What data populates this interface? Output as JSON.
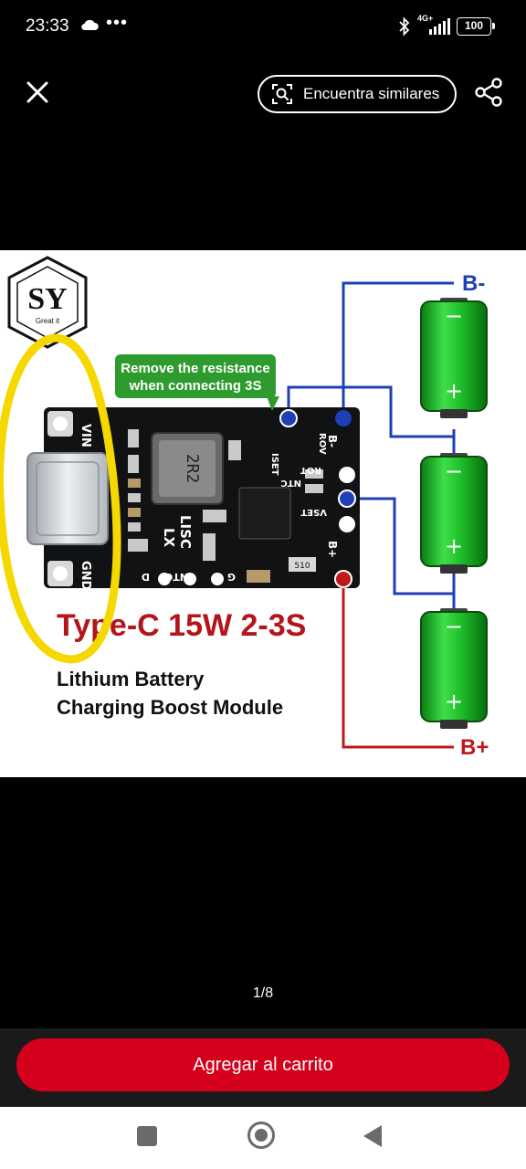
{
  "status_bar": {
    "time": "23:33",
    "dots": "•••",
    "network": "4G+",
    "battery": "100"
  },
  "top_bar": {
    "find_similar_label": "Encuentra similares"
  },
  "product_image": {
    "logo_text": "SY",
    "logo_subtext": "Great it",
    "callout_line1": "Remove the resistance",
    "callout_line2": "when connecting 3S",
    "title": "Type-C 15W 2-3S",
    "subtitle_line1": "Lithium Battery",
    "subtitle_line2": "Charging Boost Module",
    "label_b_minus": "B-",
    "label_b_plus": "B+",
    "inductor_text": "2R2",
    "pin_vin": "VIN",
    "pin_gnd": "GND",
    "pin_lx": "LX",
    "pin_lisc": "LISC",
    "pin_ntc": "NTC",
    "pin_g": "G",
    "pin_d": "D",
    "pin_iset": "ISET",
    "pin_ntc2": "NTC",
    "pin_rov": "ROV",
    "pin_rot": "ROT",
    "pin_vset": "VSET",
    "pin_bminus": "B-",
    "pin_bplus": "B+",
    "resistor_label": "510",
    "colors": {
      "wire_blue": "#1f3fb4",
      "wire_red": "#c0181c",
      "title_red": "#b3151b",
      "callout_green": "#2e9b2e",
      "highlight_yellow": "#f5d800"
    }
  },
  "pager": {
    "indicator": "1/8"
  },
  "cart": {
    "add_label": "Agregar al carrito",
    "button_color": "#d4001c"
  }
}
